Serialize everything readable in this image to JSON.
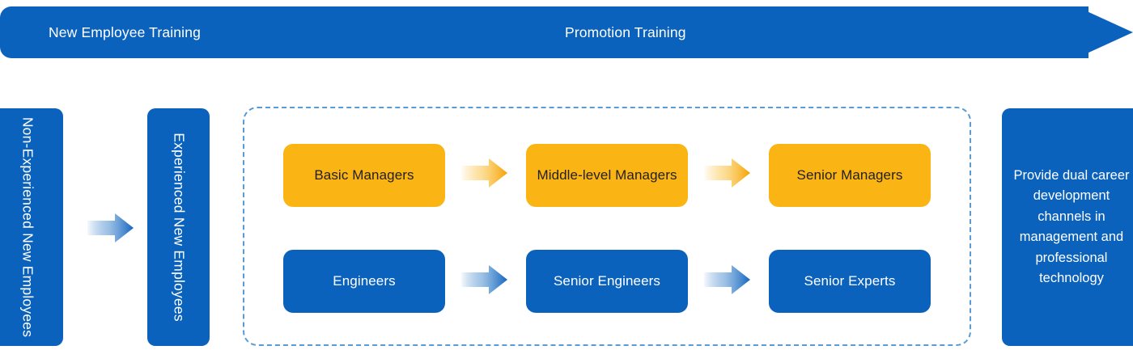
{
  "banner": {
    "phase_left_label": "New Employee Training",
    "phase_right_label": "Promotion Training",
    "color": "#0A62BC"
  },
  "intake": {
    "stage_1_label": "Non-Experienced New Employees",
    "stage_2_label": "Experienced New Employees",
    "arrow_icon": "right-arrow-icon",
    "color": "#0A62BC"
  },
  "tracks": {
    "management": {
      "color": "#FAB515",
      "text_color": "#231F20",
      "steps": [
        {
          "label": "Basic Managers"
        },
        {
          "label": "Middle-level Managers"
        },
        {
          "label": "Senior Managers"
        }
      ],
      "arrow_icon": "right-arrow-icon"
    },
    "technical": {
      "color": "#0A62BC",
      "text_color": "#FFFFFF",
      "steps": [
        {
          "label": "Engineers"
        },
        {
          "label": "Senior Engineers"
        },
        {
          "label": "Senior Experts"
        }
      ],
      "arrow_icon": "right-arrow-icon"
    },
    "group_border_color": "#5B9BD5"
  },
  "outcome": {
    "label": "Provide dual career development channels in management and professional technology",
    "color": "#0A62BC"
  }
}
